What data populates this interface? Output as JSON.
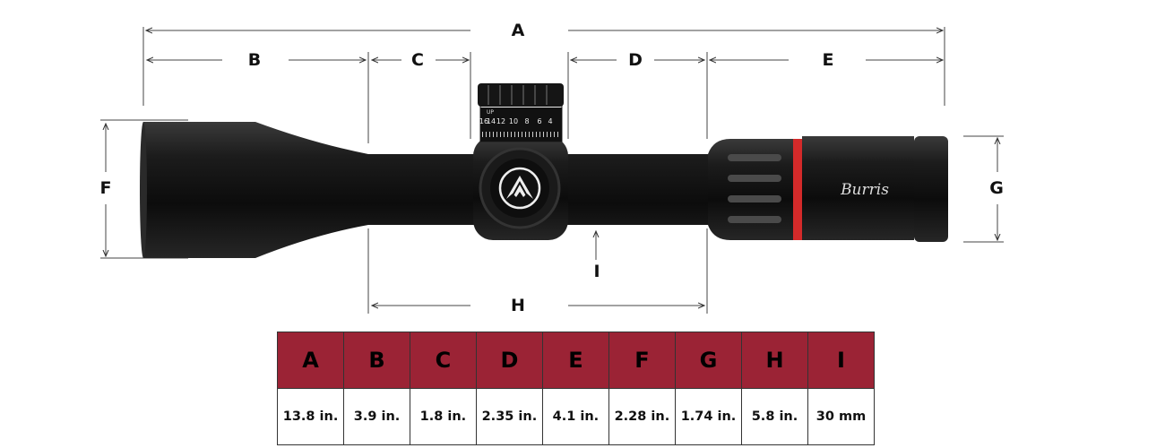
{
  "diagram": {
    "labels": {
      "A": "A",
      "B": "B",
      "C": "C",
      "D": "D",
      "E": "E",
      "F": "F",
      "G": "G",
      "H": "H",
      "I": "I"
    },
    "turret_scale": [
      "16",
      "14",
      "12",
      "10",
      "8",
      "6",
      "4"
    ],
    "turret_direction": "UP",
    "brand": "Burris",
    "accent_color": "#d42a2a"
  },
  "table": {
    "header_color": "#9b2335",
    "headers": [
      "A",
      "B",
      "C",
      "D",
      "E",
      "F",
      "G",
      "H",
      "I"
    ],
    "values": [
      "13.8 in.",
      "3.9 in.",
      "1.8 in.",
      "2.35 in.",
      "4.1 in.",
      "2.28 in.",
      "1.74 in.",
      "5.8 in.",
      "30 mm"
    ]
  }
}
